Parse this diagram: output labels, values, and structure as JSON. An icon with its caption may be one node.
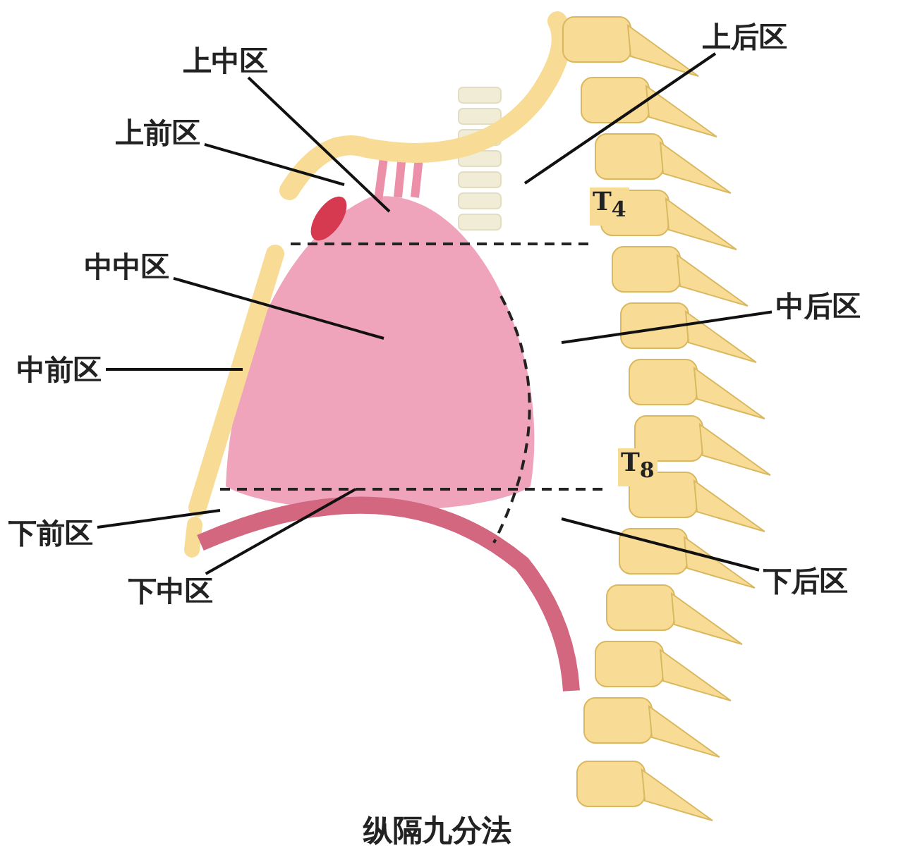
{
  "diagram": {
    "caption": "纵隔九分法",
    "nodes": [
      {
        "text": [
          "上中区"
        ]
      },
      {
        "text": [
          "上前区"
        ]
      },
      {
        "text": [
          "上后区"
        ]
      },
      {
        "text": [
          "中中区"
        ]
      },
      {
        "text": [
          "中前区"
        ]
      },
      {
        "text": [
          "中后区"
        ]
      },
      {
        "text": [
          "下前区"
        ]
      },
      {
        "text": [
          "下中区"
        ]
      },
      {
        "text": [
          "下后区"
        ]
      }
    ],
    "edges": [
      {
        "from": 0,
        "to": null,
        "arrow": "none"
      },
      {
        "from": 1,
        "to": null,
        "arrow": "none"
      },
      {
        "from": 2,
        "to": null,
        "arrow": "none"
      },
      {
        "from": 3,
        "to": null,
        "arrow": "none"
      },
      {
        "from": 4,
        "to": null,
        "arrow": "none"
      },
      {
        "from": 5,
        "to": null,
        "arrow": "none"
      },
      {
        "from": 6,
        "to": null,
        "arrow": "none"
      },
      {
        "from": 7,
        "to": null,
        "arrow": "none"
      },
      {
        "from": 8,
        "to": null,
        "arrow": "none"
      }
    ],
    "labels": [
      "T$_{4}$",
      "T$_{8}$"
    ]
  }
}
